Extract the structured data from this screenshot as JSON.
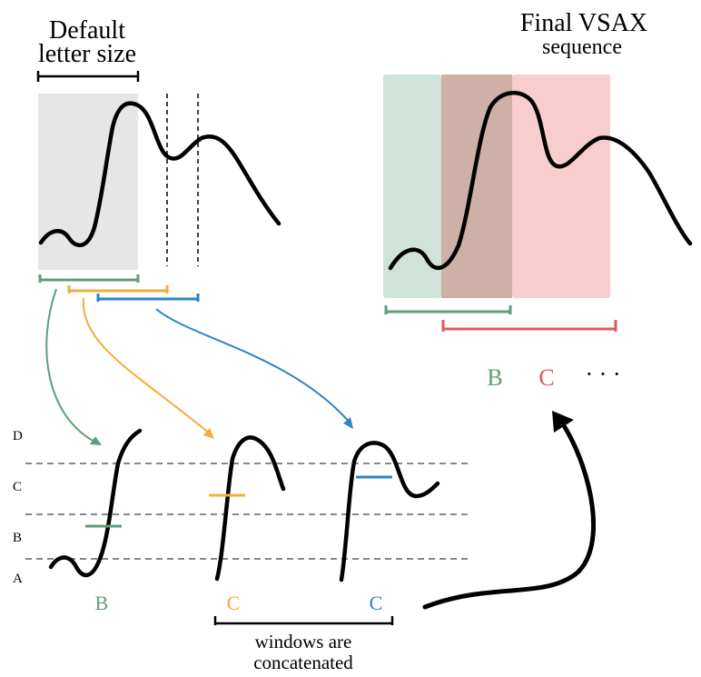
{
  "titles": {
    "default_letter_size": [
      "Default",
      "letter size"
    ],
    "final_vsax": [
      "Final VSAX",
      "sequence"
    ]
  },
  "levels": [
    "D",
    "C",
    "B",
    "A"
  ],
  "window_letters": [
    "B",
    "C",
    "C"
  ],
  "final_letters": [
    "B",
    "C"
  ],
  "ellipsis": "· · ·",
  "concat_caption": [
    "windows are",
    "concatenated"
  ],
  "colors": {
    "green": "#5d9e7a",
    "orange": "#f3ad3e",
    "blue": "#2d85c6",
    "red": "#dd5b5b",
    "green_fill": "#cfe3d8",
    "red_fill": "#f7cdcd",
    "overlap_fill": "#cfb0a6",
    "gray_fill": "#e6e6e6",
    "ink": "#000000"
  }
}
